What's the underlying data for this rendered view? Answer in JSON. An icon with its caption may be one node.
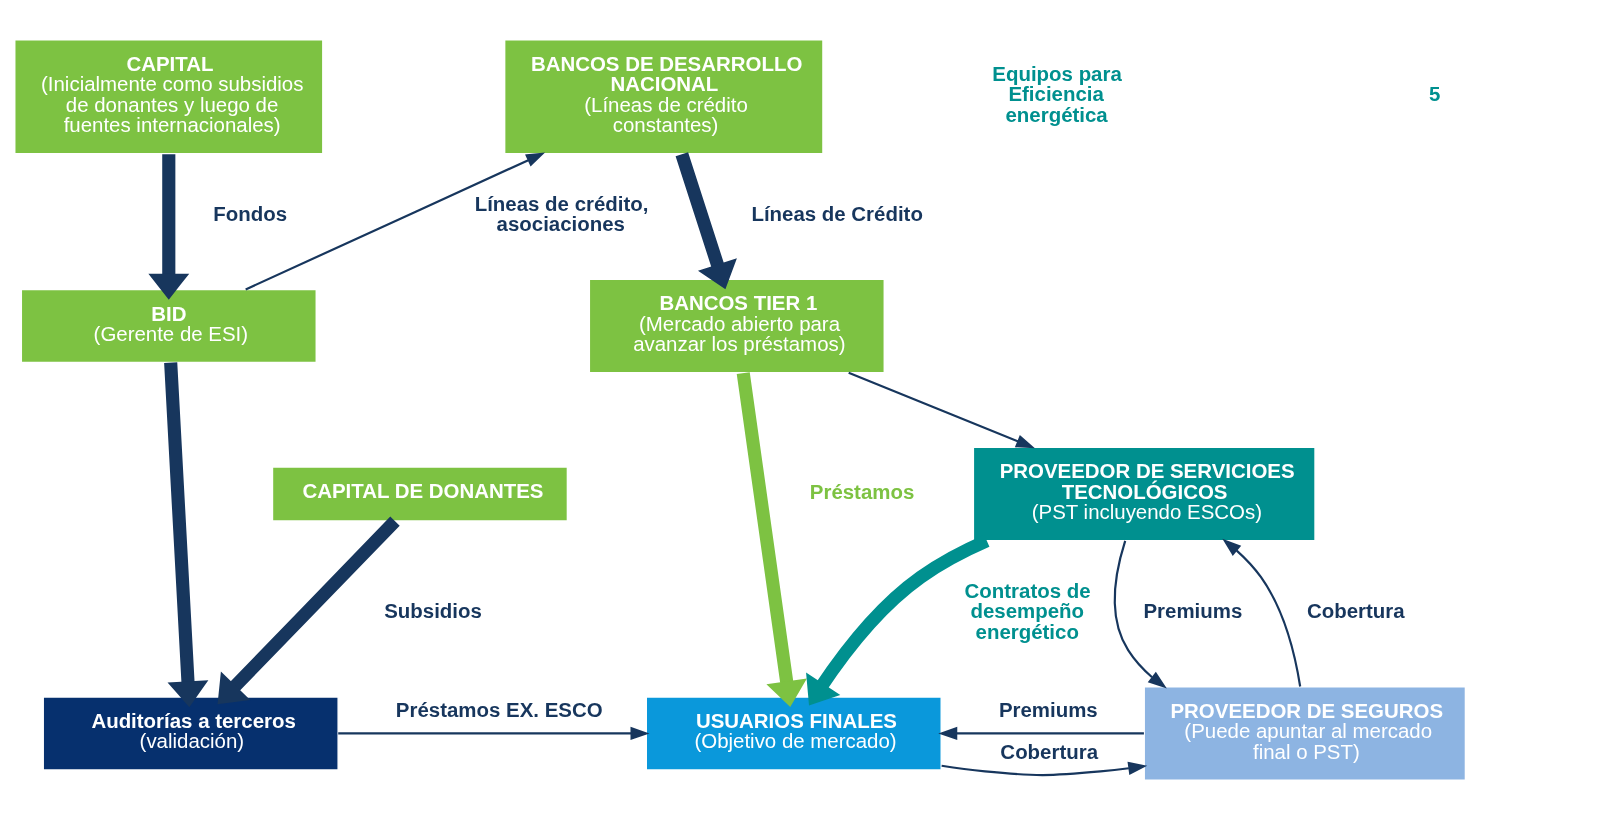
{
  "diagram": {
    "nodes": [
      {
        "text": [
          "CAPITAL",
          "(Inicialmente como subsidios de donantes y luego de fuentes internacionales)"
        ]
      },
      {
        "text": [
          "BANCOS DE DESARROLLO NACIONAL",
          "(Líneas de crédito constantes)"
        ]
      },
      {
        "text": [
          "BID",
          "(Gerente de ESI)"
        ]
      },
      {
        "text": [
          "BANCOS TIER 1",
          "(Mercado abierto para avanzar los préstamos)"
        ]
      },
      {
        "text": [
          "Auditorías a terceros",
          "(validación)"
        ]
      },
      {
        "text": [
          "USUARIOS FINALES",
          "(Objetivo de mercado)"
        ]
      },
      {
        "text": [
          "PROVEEDOR DE SEGUROS",
          "(Puede apuntar al mercado final o PST)"
        ]
      },
      {
        "text": [
          "CAPITAL DE DONANTES"
        ]
      },
      {
        "text": [
          "PROVEEDOR DE SERVICIOES TECNOLÓGICOS",
          "(PST incluyendo ESCOs)"
        ]
      }
    ],
    "edges": [
      {
        "from": 0,
        "to": 2,
        "arrow": "to",
        "label": "Fondos",
        "style": "thick"
      },
      {
        "from": 2,
        "to": 1,
        "arrow": "to",
        "label": "Líneas de crédito, asociaciones"
      },
      {
        "from": 1,
        "to": 3,
        "arrow": "to",
        "label": "Líneas de Crédito",
        "style": "thick"
      },
      {
        "from": 2,
        "to": 4,
        "arrow": "to",
        "style": "thick"
      },
      {
        "from": 7,
        "to": 4,
        "arrow": "to",
        "label": "Subsidios",
        "style": "thick"
      },
      {
        "from": 4,
        "to": 5,
        "arrow": "to",
        "label": "Préstamos EX. ESCO"
      },
      {
        "from": 3,
        "to": 5,
        "arrow": "to",
        "label": "Préstamos",
        "style": "thick",
        "color": "#7dc242"
      },
      {
        "from": 3,
        "to": 8,
        "arrow": "to"
      },
      {
        "from": 8,
        "to": 5,
        "arrow": "to",
        "label": "Contratos de desempeño energético",
        "style": "thick",
        "color": "#00908f"
      },
      {
        "from": 6,
        "to": 5,
        "arrow": "to",
        "label": "Premiums"
      },
      {
        "from": 5,
        "to": 6,
        "arrow": "to",
        "label": "Cobertura"
      },
      {
        "from": 8,
        "to": 6,
        "arrow": "to",
        "label": "Premiums"
      },
      {
        "from": 6,
        "to": 8,
        "arrow": "to",
        "label": "Cobertura"
      }
    ],
    "labels": [
      "Equipos para Eficiencia energética",
      "5"
    ]
  }
}
